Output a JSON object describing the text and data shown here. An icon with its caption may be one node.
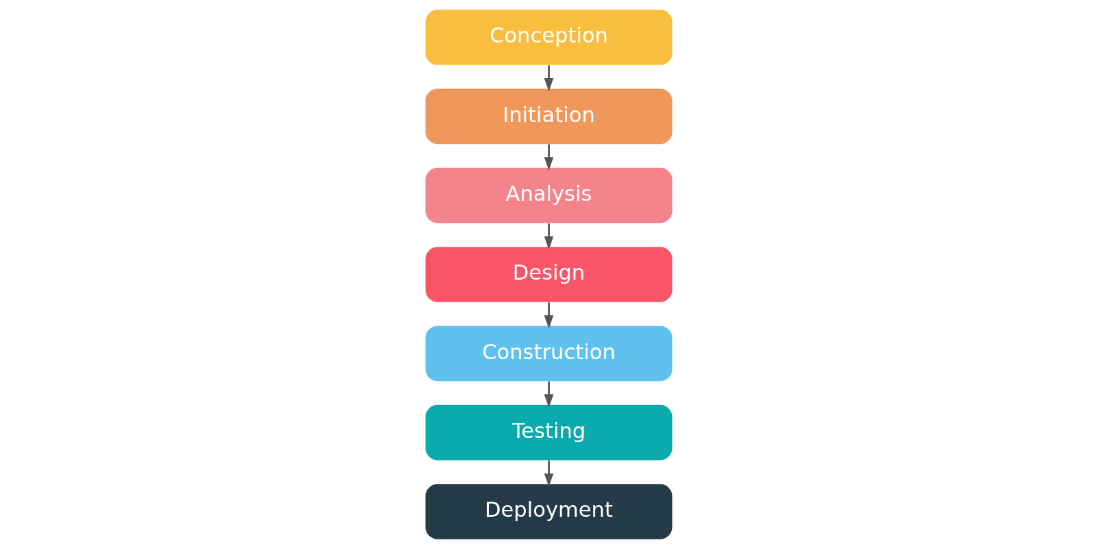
{
  "diagram": {
    "nodes": [
      {
        "text": [
          "Conception"
        ]
      },
      {
        "text": [
          "Initiation"
        ]
      },
      {
        "text": [
          "Analysis"
        ]
      },
      {
        "text": [
          "Design"
        ]
      },
      {
        "text": [
          "Construction"
        ]
      },
      {
        "text": [
          "Testing"
        ]
      },
      {
        "text": [
          "Deployment"
        ]
      }
    ],
    "edges": [
      {
        "from": 0,
        "to": 1,
        "arrow": "to"
      },
      {
        "from": 1,
        "to": 2,
        "arrow": "to"
      },
      {
        "from": 2,
        "to": 3,
        "arrow": "to"
      },
      {
        "from": 3,
        "to": 4,
        "arrow": "to"
      },
      {
        "from": 4,
        "to": 5,
        "arrow": "to"
      },
      {
        "from": 5,
        "to": 6,
        "arrow": "to"
      }
    ]
  }
}
